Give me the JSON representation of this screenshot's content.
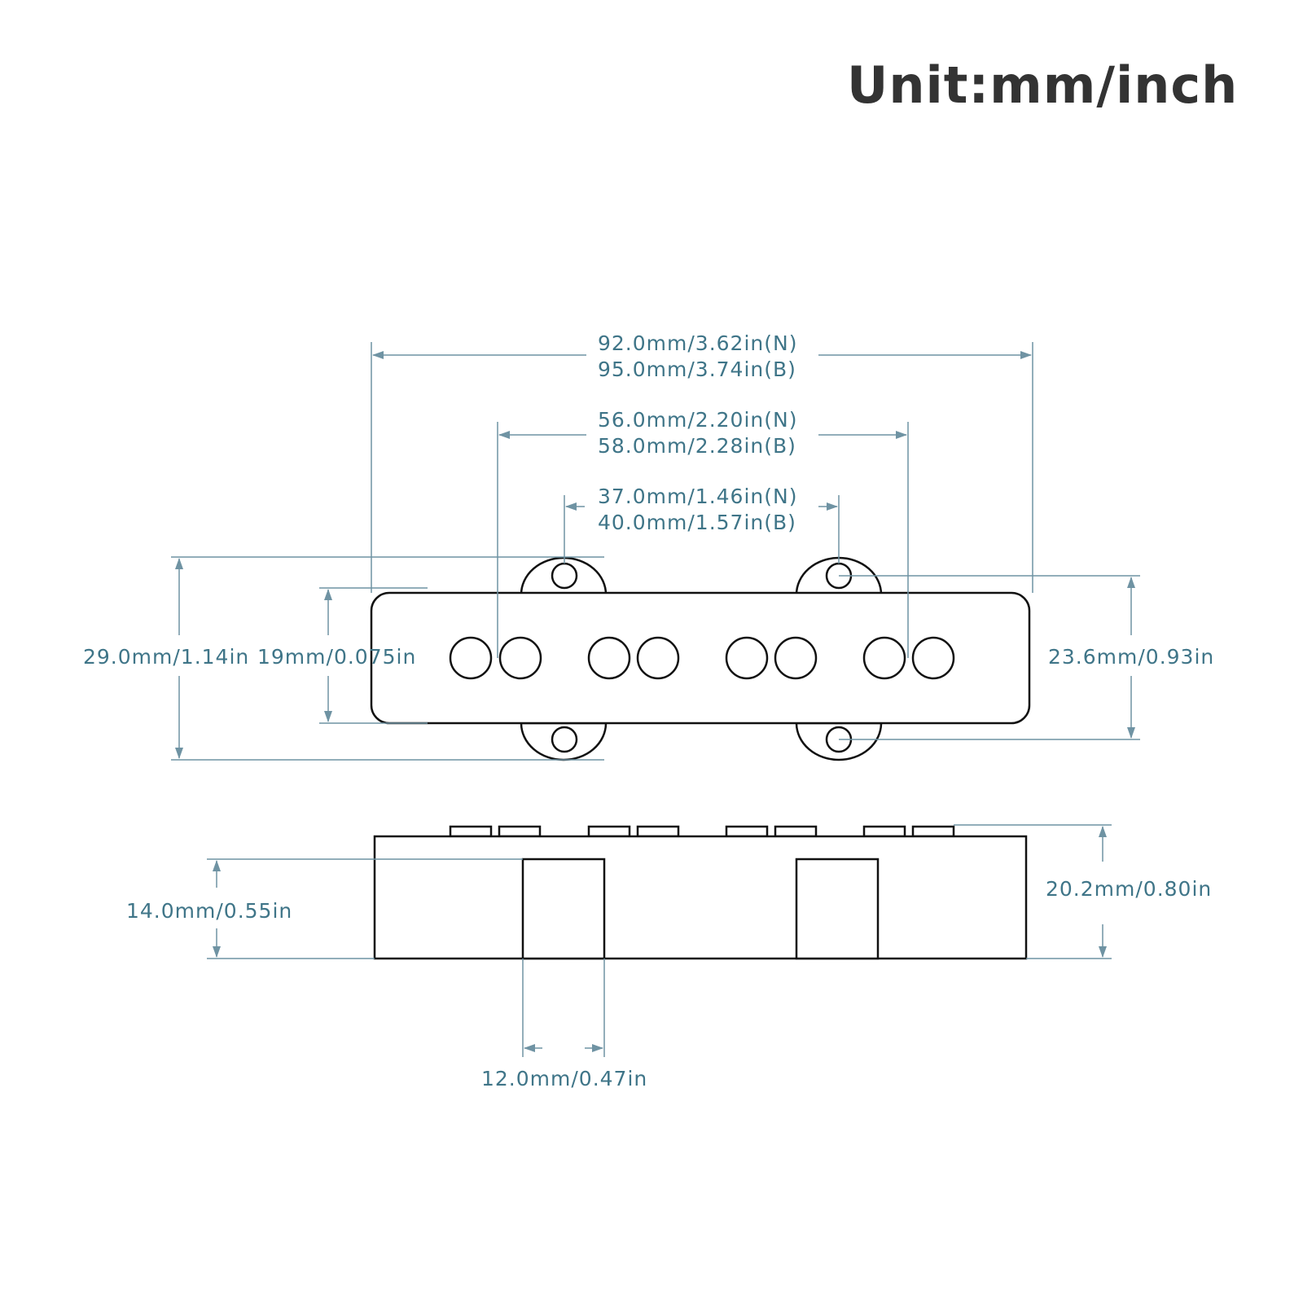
{
  "title": "Unit:mm/inch",
  "dimensions": {
    "overall_length": [
      "92.0mm/3.62in(N)",
      "95.0mm/3.74in(B)"
    ],
    "outer_pole_spacing": [
      "56.0mm/2.20in(N)",
      "58.0mm/2.28in(B)"
    ],
    "mount_hole_spacing": [
      "37.0mm/1.46in(N)",
      "40.0mm/1.57in(B)"
    ],
    "overall_width_with_ears": "29.0mm/1.14in",
    "body_width": "19mm/0.075in",
    "mount_hole_span": "23.6mm/0.93in",
    "total_height": "20.2mm/0.80in",
    "base_height": "14.0mm/0.55in",
    "mount_block_width": "12.0mm/0.47in"
  },
  "colors": {
    "dimension_text": "#3f7588",
    "dimension_line": "#6f93a3",
    "outline": "#111111",
    "title": "#333333"
  }
}
